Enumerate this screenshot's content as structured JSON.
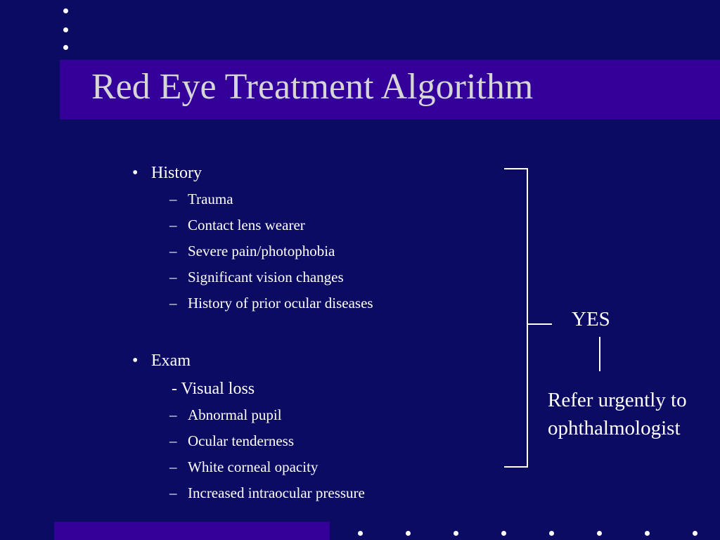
{
  "slide": {
    "title": "Red Eye Treatment Algorithm",
    "history": {
      "bullet": "•",
      "heading": "History",
      "items": [
        "Trauma",
        "Contact lens wearer",
        "Severe pain/photophobia",
        "Significant vision changes",
        "History of prior ocular diseases"
      ]
    },
    "exam": {
      "bullet": "•",
      "heading": "Exam",
      "first_item": "- Visual loss",
      "items": [
        "Abnormal pupil",
        "Ocular tenderness",
        "White corneal opacity",
        "Increased intraocular pressure"
      ]
    },
    "dash": "–",
    "decision": "YES",
    "outcome": [
      "Refer urgently to",
      "ophthalmologist"
    ]
  }
}
